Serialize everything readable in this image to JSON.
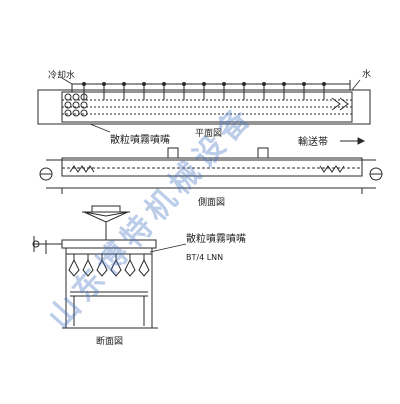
{
  "plan_view": {
    "label_cooling_water": "冷却水",
    "label_water": "水",
    "label_plan": "平面図",
    "label_conveyor_belt": "輸送帯"
  },
  "side_view": {
    "label_spray_nozzle": "散粒噴霧噴嘴",
    "label_side": "側面図"
  },
  "section_view": {
    "label_spray_nozzle": "散粒噴霧噴嘴",
    "label_nozzle_model": "BT/4 LNN",
    "label_section": "断面図"
  },
  "watermark": {
    "text": "山东博特机械设备"
  },
  "colors": {
    "line": "#2a2a2a",
    "watermark": "#3f6fc2"
  }
}
